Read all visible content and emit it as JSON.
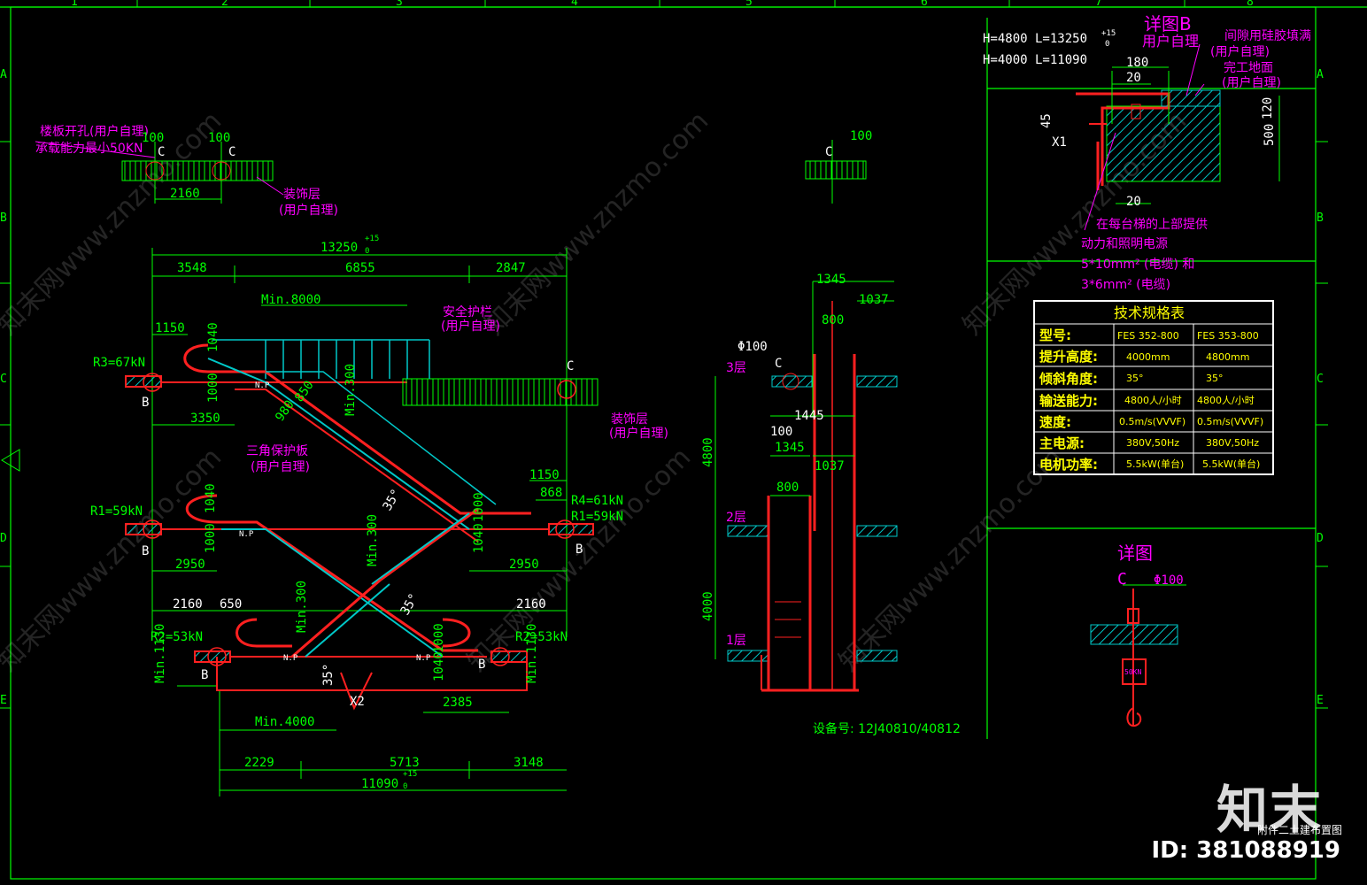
{
  "colors": {
    "bg": "#000000",
    "frame": "#00ff00",
    "dim": "#00ff00",
    "note": "#ff00ff",
    "steel": "#ff2020",
    "rail": "#00ffff",
    "hatch": "#00c8c8",
    "table_text": "#ffff00",
    "white": "#ffffff"
  },
  "grid": {
    "cols": [
      "1",
      "2",
      "3",
      "4",
      "5",
      "6",
      "7",
      "8"
    ],
    "rows": [
      "A",
      "B",
      "C",
      "D",
      "E"
    ]
  },
  "top_notes": {
    "opening_l1": "楼板开孔(用户自理)",
    "opening_l2": "承载能力最小50KN",
    "dim_100a": "100",
    "dim_100b": "100",
    "dim_2160": "2160",
    "finish": "装饰层",
    "finish_user": "(用户自理)",
    "c_left": "C",
    "c_mid": "C",
    "c_right": "C",
    "dim_100_right": "100"
  },
  "elevation": {
    "total_top": "13250",
    "tol": "+15",
    "tol0": "0",
    "d3548": "3548",
    "d6855": "6855",
    "d2847": "2847",
    "min8000": "Min.8000",
    "d1150": "1150",
    "guard_l1": "安全护栏",
    "guard_l2": "(用户自理)",
    "r3": "R3=67kN",
    "r1a": "R1=59kN",
    "r4": "R4=61kN",
    "r1b": "R1=59kN",
    "r2a": "R2=53kN",
    "r2b": "R2=53kN",
    "b1": "B",
    "b2": "B",
    "b3": "B",
    "b4": "B",
    "b5": "B",
    "c1": "C",
    "d1040a": "1040",
    "d1000a": "1000",
    "d3350": "3350",
    "d980": "980",
    "d850": "850",
    "min300a": "Min.300",
    "finish2": "装饰层",
    "finish2_user": "(用户自理)",
    "tri_l1": "三角保护板",
    "tri_l2": "(用户自理)",
    "d1150b": "1150",
    "d868": "868",
    "d35a": "35°",
    "d35b": "35°",
    "d35c": "35°",
    "d1040b": "1040",
    "d1000b": "1000",
    "d1000c": "1000",
    "d1040c": "1040",
    "d2950a": "2950",
    "d2950b": "2950",
    "min300b": "Min.300",
    "min300c": "Min.300",
    "d2160a": "2160",
    "d650": "650",
    "d2160b": "2160",
    "d1000d": "1000",
    "d1040d": "1040",
    "min1130a": "Min.1130",
    "min1130b": "Min.1130",
    "min4000": "Min.4000",
    "d2385": "2385",
    "x2": "X2",
    "d2229": "2229",
    "d5713": "5713",
    "d3148": "3148",
    "total_bot": "11090",
    "tol2": "+15",
    "tol20": "0",
    "np": "N.P"
  },
  "section": {
    "d1345a": "1345",
    "d1037a": "1037",
    "d800a": "800",
    "phi100": "Φ100",
    "c": "C",
    "floor3": "3层",
    "d1445": "1445",
    "d100": "100",
    "d1345b": "1345",
    "d1037b": "1037",
    "d800b": "800",
    "d4800": "4800",
    "floor2": "2层",
    "d4000": "4000",
    "floor1": "1层",
    "equipment": "设备号: 12J40810/40812"
  },
  "detail_b": {
    "h1": "H=4800  L=13250",
    "h2": "H=4000  L=11090",
    "tol": "+15",
    "tol0": "0",
    "title": "详图B",
    "user": "用户自理",
    "sealant": "间隙用硅胶填满",
    "sealant_user": "(用户自理)",
    "finish_floor": "完工地面",
    "finish_user": "(用户自理)",
    "d180": "180",
    "d20a": "20",
    "d45": "45",
    "d120": "120",
    "d500": "500",
    "d20b": "20",
    "x1": "X1",
    "power_l1": "在每台梯的上部提供",
    "power_l2": "动力和照明电源",
    "power_l3": "5*10mm² (电缆) 和",
    "power_l4": "3*6mm² (电缆)"
  },
  "spec_table": {
    "title": "技术规格表",
    "rows": [
      {
        "label": "型号:",
        "a": "FES 352-800",
        "b": "FES 353-800"
      },
      {
        "label": "提升高度:",
        "a": "4000mm",
        "b": "4800mm"
      },
      {
        "label": "倾斜角度:",
        "a": "35°",
        "b": "35°"
      },
      {
        "label": "输送能力:",
        "a": "4800人/小时",
        "b": "4800人/小时"
      },
      {
        "label": "速度:",
        "a": "0.5m/s(VVVF)",
        "b": "0.5m/s(VVVF)"
      },
      {
        "label": "主电源:",
        "a": "380V,50Hz",
        "b": "380V,50Hz"
      },
      {
        "label": "电机功率:",
        "a": "5.5kW(单台)",
        "b": "5.5kW(单台)"
      }
    ]
  },
  "detail_c": {
    "title": "详图",
    "c": "C",
    "phi": "Φ100",
    "load": "50KN"
  },
  "footer": {
    "title_block": "附件二土建布置图",
    "brand": "知末",
    "id": "ID: 381088919"
  },
  "watermark": "知末网www.znzmo.com"
}
